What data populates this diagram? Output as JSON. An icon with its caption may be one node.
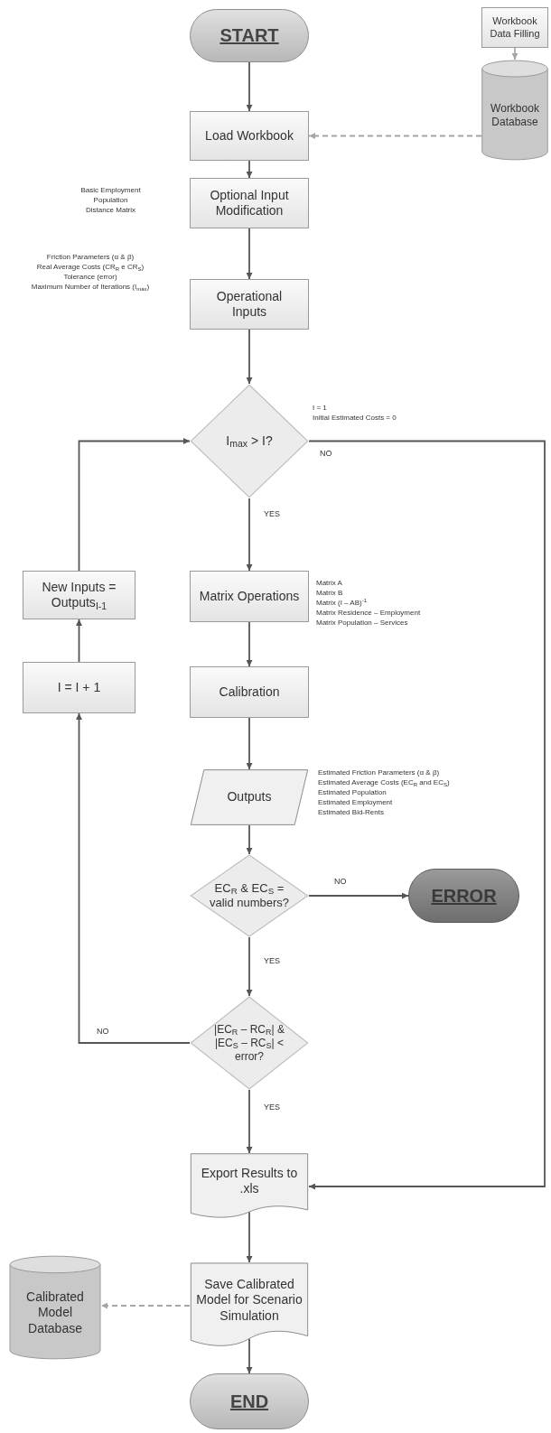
{
  "diagram": {
    "nodes": [
      {
        "text": [
          "START"
        ]
      },
      {
        "text": [
          "Workbook Data Filling"
        ]
      },
      {
        "text": [
          "Workbook Database"
        ]
      },
      {
        "text": [
          "Load Workbook"
        ]
      },
      {
        "text": [
          "Optional Input Modification"
        ],
        "beside": [
          "Basic Employment",
          "Population",
          "Distance Matrix"
        ]
      },
      {
        "text": [
          "Operational Inputs"
        ],
        "beside": [
          "Friction Parameters (α & β)",
          "Real Average Costs (CR$_{R}$ e CR$_{S}$)",
          "Tolerance (error)",
          "Maximum Number of Iterations (I$_{max}$)"
        ]
      },
      {
        "text": [
          "I$_{max}$ > I?"
        ],
        "beside": [
          "I = 1",
          "Initial Estimated Costs = 0"
        ]
      },
      {
        "text": [
          "New Inputs = Outputs$_{I-1}$"
        ]
      },
      {
        "text": [
          "I = I + 1"
        ]
      },
      {
        "text": [
          "Matrix Operations"
        ],
        "beside": [
          "Matrix A",
          "Matrix B",
          "Matrix (I – AB)$^{-1}$",
          "Matrix Residence – Employment",
          "Matrix Population – Services"
        ]
      },
      {
        "text": [
          "Calibration"
        ]
      },
      {
        "text": [
          "Outputs"
        ],
        "beside": [
          "Estimated Friction Parameters (α & β)",
          "Estimated Average Costs (EC$_{R}$ and EC$_{S}$)",
          "Estimated Population",
          "Estimated Employment",
          "Estimated Bid-Rents"
        ]
      },
      {
        "text": [
          "EC$_{R}$ & EC$_{S}$ = valid numbers?"
        ]
      },
      {
        "text": [
          "ERROR"
        ]
      },
      {
        "text": [
          "|EC$_{R}$ – RC$_{R}$| & |EC$_{S}$ – RC$_{S}$| < error?"
        ]
      },
      {
        "text": [
          "Export Results to .xls"
        ]
      },
      {
        "text": [
          "Save Calibrated Model for Scenario Simulation"
        ]
      },
      {
        "text": [
          "Calibrated Model Database"
        ]
      },
      {
        "text": [
          "END"
        ]
      }
    ],
    "edges": [
      {
        "from": 0,
        "to": 3,
        "arrow": "to"
      },
      {
        "from": 1,
        "to": 2,
        "arrow": "to",
        "color": "#a6a6a6"
      },
      {
        "from": 2,
        "to": 3,
        "arrow": "to",
        "style": "dashed",
        "color": "#a6a6a6"
      },
      {
        "from": 3,
        "to": 4,
        "arrow": "to"
      },
      {
        "from": 4,
        "to": 5,
        "arrow": "to"
      },
      {
        "from": 5,
        "to": 6,
        "arrow": "to"
      },
      {
        "from": 6,
        "to": 9,
        "arrow": "to",
        "label": "YES"
      },
      {
        "from": 6,
        "to": 15,
        "arrow": "to",
        "label": "NO"
      },
      {
        "from": 9,
        "to": 10,
        "arrow": "to"
      },
      {
        "from": 10,
        "to": 11,
        "arrow": "to"
      },
      {
        "from": 11,
        "to": 12,
        "arrow": "to"
      },
      {
        "from": 12,
        "to": 13,
        "arrow": "to",
        "label": "NO"
      },
      {
        "from": 12,
        "to": 14,
        "arrow": "to",
        "label": "YES"
      },
      {
        "from": 14,
        "to": 8,
        "arrow": "to",
        "label": "NO"
      },
      {
        "from": 8,
        "to": 7,
        "arrow": "to"
      },
      {
        "from": 7,
        "to": 6,
        "arrow": "to"
      },
      {
        "from": 14,
        "to": 15,
        "arrow": "to",
        "label": "YES"
      },
      {
        "from": 15,
        "to": 16,
        "arrow": "to"
      },
      {
        "from": 16,
        "to": 17,
        "arrow": "to",
        "style": "dashed",
        "color": "#a6a6a6"
      },
      {
        "from": 16,
        "to": 18,
        "arrow": "to"
      }
    ]
  }
}
